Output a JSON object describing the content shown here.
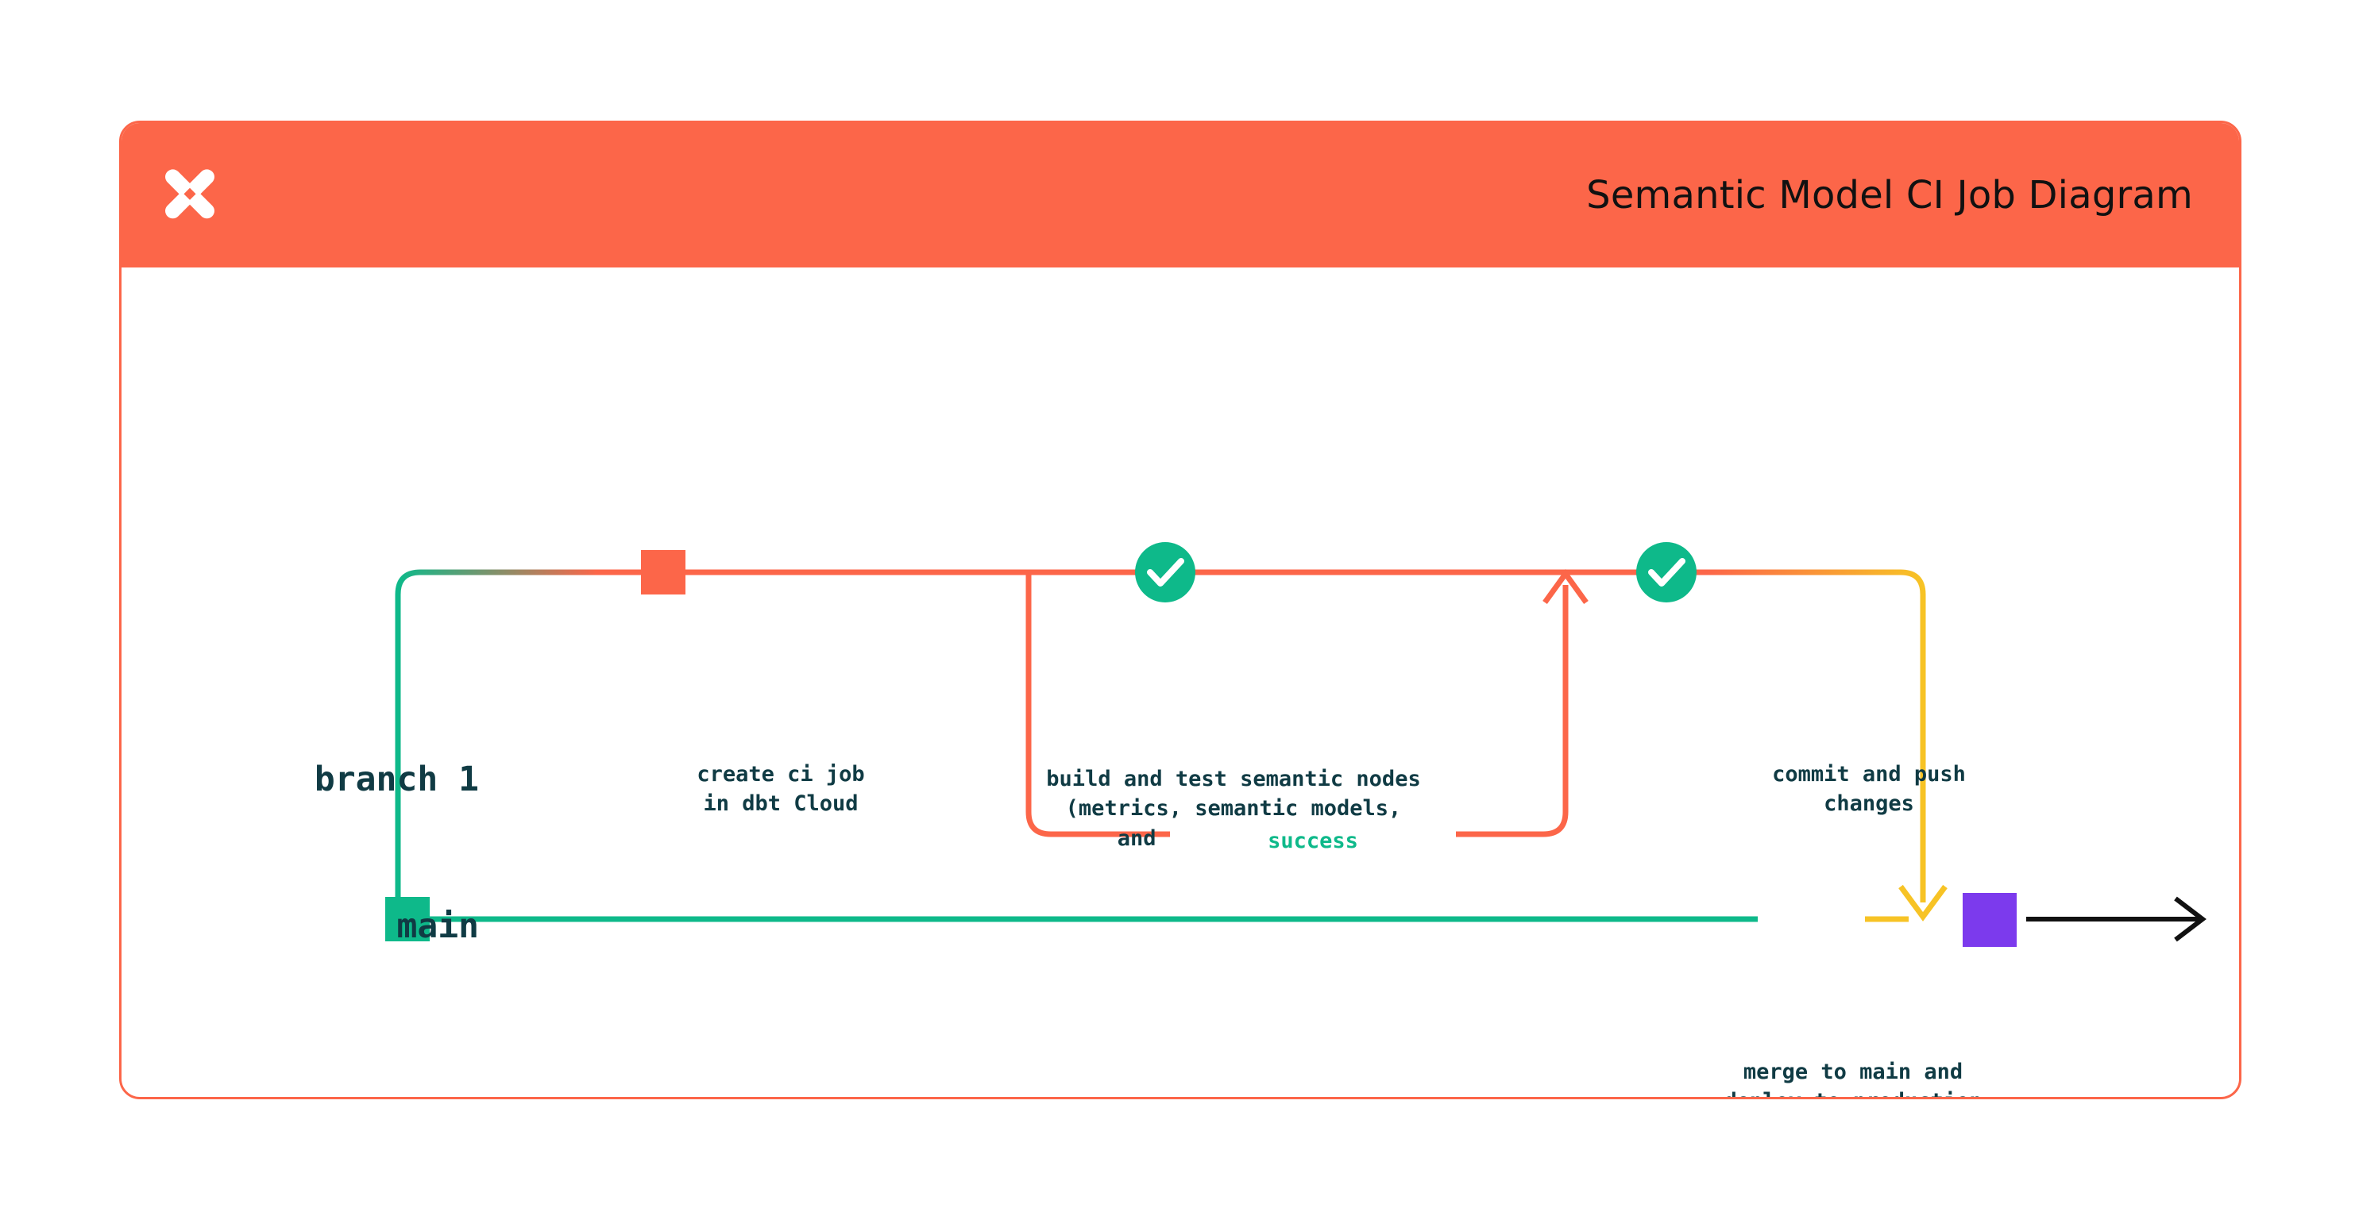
{
  "header": {
    "title": "Semantic Model CI Job Diagram",
    "logo_icon": "dbt-x-logo-icon",
    "background_color": "#fc6649",
    "title_color": "#111111"
  },
  "card": {
    "border_color": "#fc6649",
    "background_color": "#ffffff"
  },
  "lanes": [
    {
      "id": "branch",
      "label": "branch 1",
      "color": "#fc6649"
    },
    {
      "id": "main",
      "label": "main",
      "color": "#0eb98a"
    }
  ],
  "nodes": [
    {
      "id": "create-ci-job",
      "label": "create ci job\nin dbt Cloud",
      "marker": "square",
      "marker_color": "#fc6649",
      "lane": "branch"
    },
    {
      "id": "build-and-test",
      "label": "build and test semantic nodes\n(metrics, semantic models,\nand saved queries)",
      "marker": "check-circle",
      "marker_color": "#0eb98a",
      "lane": "branch"
    },
    {
      "id": "commit-and-push",
      "label": "commit and push\nchanges",
      "marker": "check-circle",
      "marker_color": "#0eb98a",
      "lane": "branch"
    },
    {
      "id": "merge-to-main",
      "label": "merge to main and\ndeploy to production",
      "marker": "square",
      "marker_color": "#7c3aed",
      "lane": "main"
    }
  ],
  "edges": {
    "success_loop_label": "success",
    "success_loop_color": "#fc6649",
    "success_label_color": "#0eb98a",
    "merge_arrow_color": "#f7c325",
    "continue_arrow_color": "#111111",
    "branch_start_color": "#0eb98a"
  },
  "colors": {
    "orange": "#fc6649",
    "green": "#0eb98a",
    "teal_text": "#103b44",
    "yellow": "#f7c325",
    "purple": "#7c3aed",
    "black": "#111111"
  }
}
